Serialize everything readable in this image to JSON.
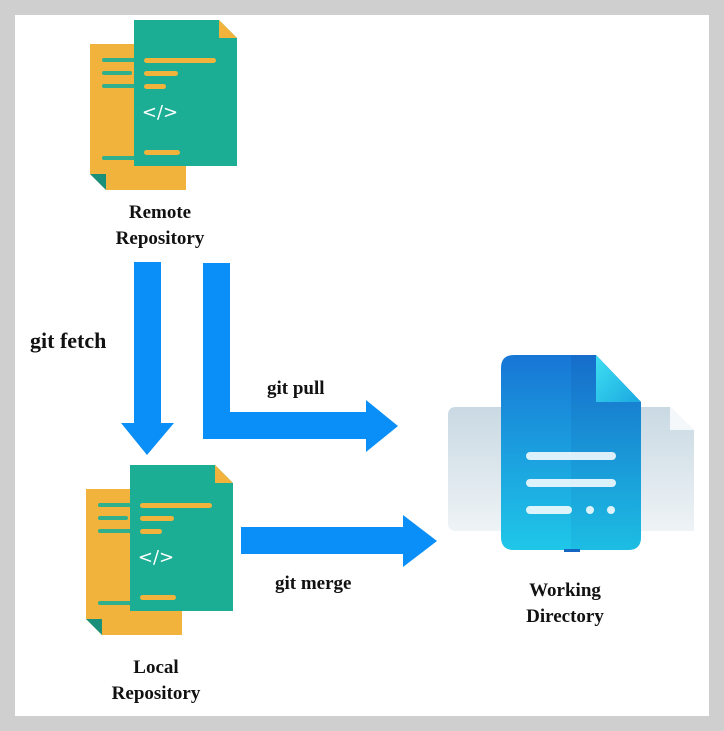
{
  "colors": {
    "background": "#cfcfcf",
    "canvas": "#ffffff",
    "arrow": "#0a8ef7",
    "doc_back": "#f2b33c",
    "doc_front": "#1bae95",
    "doc_line": "#f2b33c",
    "doc_code": "#ffffff",
    "working_doc_top": "#1976d6",
    "working_doc_bottom": "#1ec5e6",
    "working_tray": "#d7e3ea",
    "label_text": "#111111"
  },
  "nodes": {
    "remote": {
      "icon": "code-document-icon",
      "code_glyph": "</>",
      "label_line1": "Remote",
      "label_line2": "Repository"
    },
    "local": {
      "icon": "code-document-icon",
      "code_glyph": "</>",
      "label_line1": "Local",
      "label_line2": "Repository"
    },
    "working": {
      "icon": "document-stack-icon",
      "label_line1": "Working",
      "label_line2": "Directory"
    }
  },
  "commands": {
    "fetch": "git fetch",
    "pull": "git pull",
    "merge": "git merge"
  }
}
